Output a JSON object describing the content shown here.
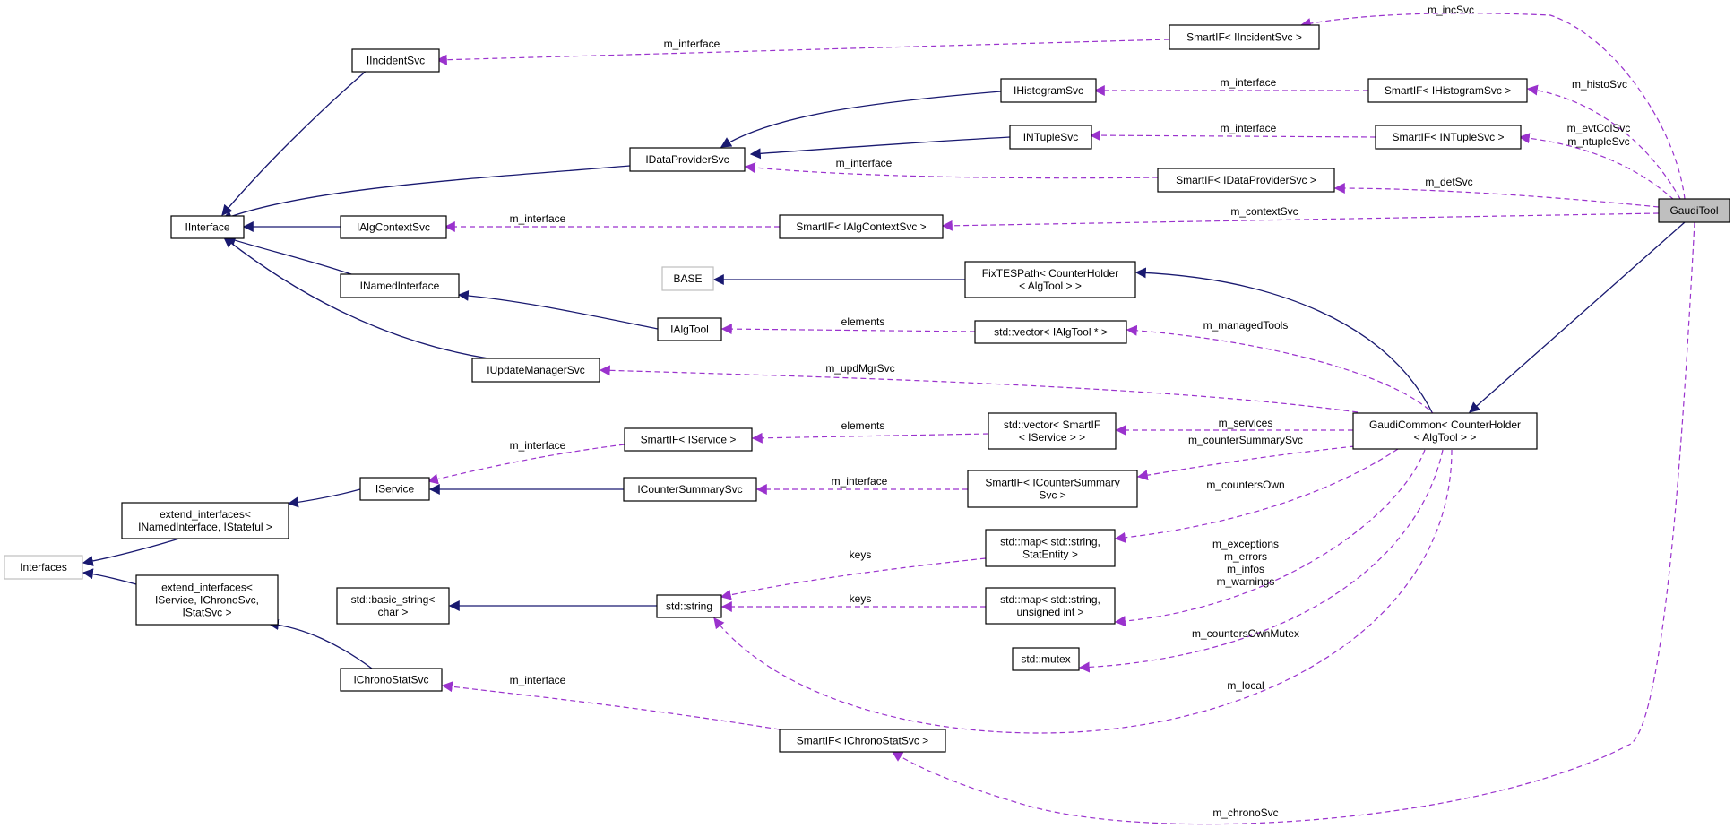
{
  "colors": {
    "inheritance": "#191970",
    "usage": "#9a32cd",
    "focus_fill": "#bfbfbf",
    "node_border": "#000000",
    "external_border": "#bfbfbf"
  },
  "nodes": {
    "gauditool": [
      "GaudiTool"
    ],
    "smartif_incidentsvc": [
      "SmartIF< IIncidentSvc >"
    ],
    "iincidentsvc": [
      "IIncidentSvc"
    ],
    "smartif_histogramsvc": [
      "SmartIF< IHistogramSvc >"
    ],
    "ihistogramsvc": [
      "IHistogramSvc"
    ],
    "smartif_ntuplesvc": [
      "SmartIF< INTupleSvc >"
    ],
    "intuplesvc": [
      "INTupleSvc"
    ],
    "idataprovidersvc": [
      "IDataProviderSvc"
    ],
    "smartif_dataprovidersvc": [
      "SmartIF< IDataProviderSvc >"
    ],
    "iinterface": [
      "IInterface"
    ],
    "ialgcontextsvc": [
      "IAlgContextSvc"
    ],
    "smartif_algcontextsvc": [
      "SmartIF< IAlgContextSvc >"
    ],
    "base": [
      "BASE"
    ],
    "fixtespath": [
      "FixTESPath< CounterHolder",
      "< AlgTool > >"
    ],
    "inamedinterface": [
      "INamedInterface"
    ],
    "ialgtool": [
      "IAlgTool"
    ],
    "vector_ialgtool": [
      "std::vector< IAlgTool * >"
    ],
    "iupdatemanagersvc": [
      "IUpdateManagerSvc"
    ],
    "gaudicommon": [
      "GaudiCommon< CounterHolder",
      "< AlgTool > >"
    ],
    "smartif_iservice": [
      "SmartIF< IService >"
    ],
    "vector_smartif": [
      "std::vector< SmartIF",
      "< IService > >"
    ],
    "extend_named_stateful": [
      "extend_interfaces<",
      "INamedInterface, IStateful >"
    ],
    "iservice": [
      "IService"
    ],
    "icountersummarysvc": [
      "ICounterSummarySvc"
    ],
    "smartif_countersummary": [
      "SmartIF< ICounterSummary",
      "Svc >"
    ],
    "interfaces": [
      "Interfaces"
    ],
    "extend_service_chrono": [
      "extend_interfaces<",
      "IService, IChronoSvc,",
      "IStatSvc >"
    ],
    "map_statentity": [
      "std::map< std::string,",
      "StatEntity >"
    ],
    "basic_string": [
      "std::basic_string<",
      "char >"
    ],
    "std_string": [
      "std::string"
    ],
    "map_uint": [
      "std::map< std::string,",
      "unsigned int >"
    ],
    "std_mutex": [
      "std::mutex"
    ],
    "ichronostatsvc": [
      "IChronoStatSvc"
    ],
    "smartif_chronostatsvc": [
      "SmartIF< IChronoStatSvc >"
    ]
  },
  "edge_labels": {
    "m_incSvc": "m_incSvc",
    "m_histoSvc": "m_histoSvc",
    "m_evtColSvc": "m_evtColSvc",
    "m_ntupleSvc": "m_ntupleSvc",
    "m_detSvc": "m_detSvc",
    "m_contextSvc": "m_contextSvc",
    "m_managedTools": "m_managedTools",
    "m_updMgrSvc": "m_updMgrSvc",
    "m_services": "m_services",
    "m_counterSummarySvc": "m_counterSummarySvc",
    "m_countersOwn": "m_countersOwn",
    "m_exceptions": "m_exceptions",
    "m_errors": "m_errors",
    "m_infos": "m_infos",
    "m_warnings": "m_warnings",
    "m_countersOwnMutex": "m_countersOwnMutex",
    "m_local": "m_local",
    "m_chronoSvc": "m_chronoSvc",
    "m_interface": "m_interface",
    "elements": "elements",
    "keys": "keys"
  }
}
